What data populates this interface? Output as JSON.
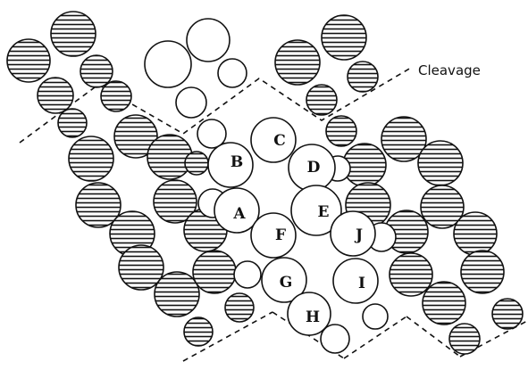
{
  "diagram": {
    "cleavage_label": "Cleavage",
    "atom_labels": [
      "A",
      "B",
      "C",
      "D",
      "E",
      "F",
      "G",
      "H",
      "I",
      "J"
    ],
    "colors": {
      "ink": "#111111",
      "paper": "#ffffff"
    }
  }
}
